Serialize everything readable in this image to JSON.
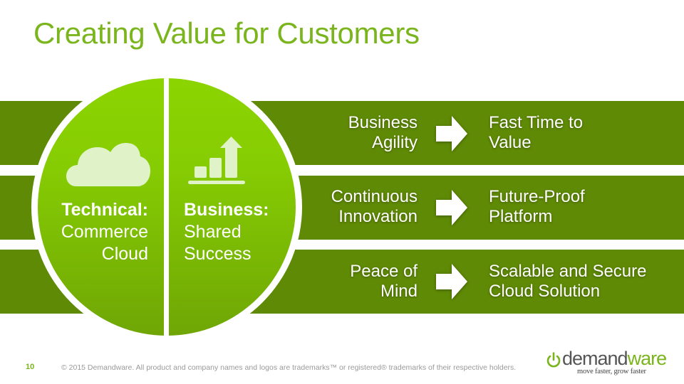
{
  "slide": {
    "title": "Creating Value for Customers",
    "page_number": "10",
    "copyright": "© 2015 Demandware. All product and company names and logos are trademarks™ or registered® trademarks of their respective holders."
  },
  "circle": {
    "left": {
      "icon": "cloud-icon",
      "heading": "Technical:",
      "lines": [
        "Commerce",
        "Cloud"
      ]
    },
    "right": {
      "icon": "bar-chart-growth-icon",
      "heading": "Business:",
      "lines": [
        "Shared",
        "Success"
      ]
    }
  },
  "rows": [
    {
      "from": [
        "Business",
        "Agility"
      ],
      "icon": "arrow-right-icon",
      "to": [
        "Fast Time to",
        "Value"
      ]
    },
    {
      "from": [
        "Continuous",
        "Innovation"
      ],
      "icon": "arrow-right-icon",
      "to": [
        "Future-Proof",
        "Platform"
      ]
    },
    {
      "from": [
        "Peace of",
        "Mind"
      ],
      "icon": "arrow-right-icon",
      "to": [
        "Scalable and Secure",
        "Cloud Solution"
      ]
    }
  ],
  "logo": {
    "word_main": "demand",
    "word_accent": "ware",
    "tagline": "move faster, grow faster"
  },
  "colors": {
    "title": "#7ab51d",
    "band": "#5f8a05",
    "circle_top": "#8cd400",
    "circle_bottom": "#6fa605",
    "icon_fill": "#e0f2c8"
  }
}
